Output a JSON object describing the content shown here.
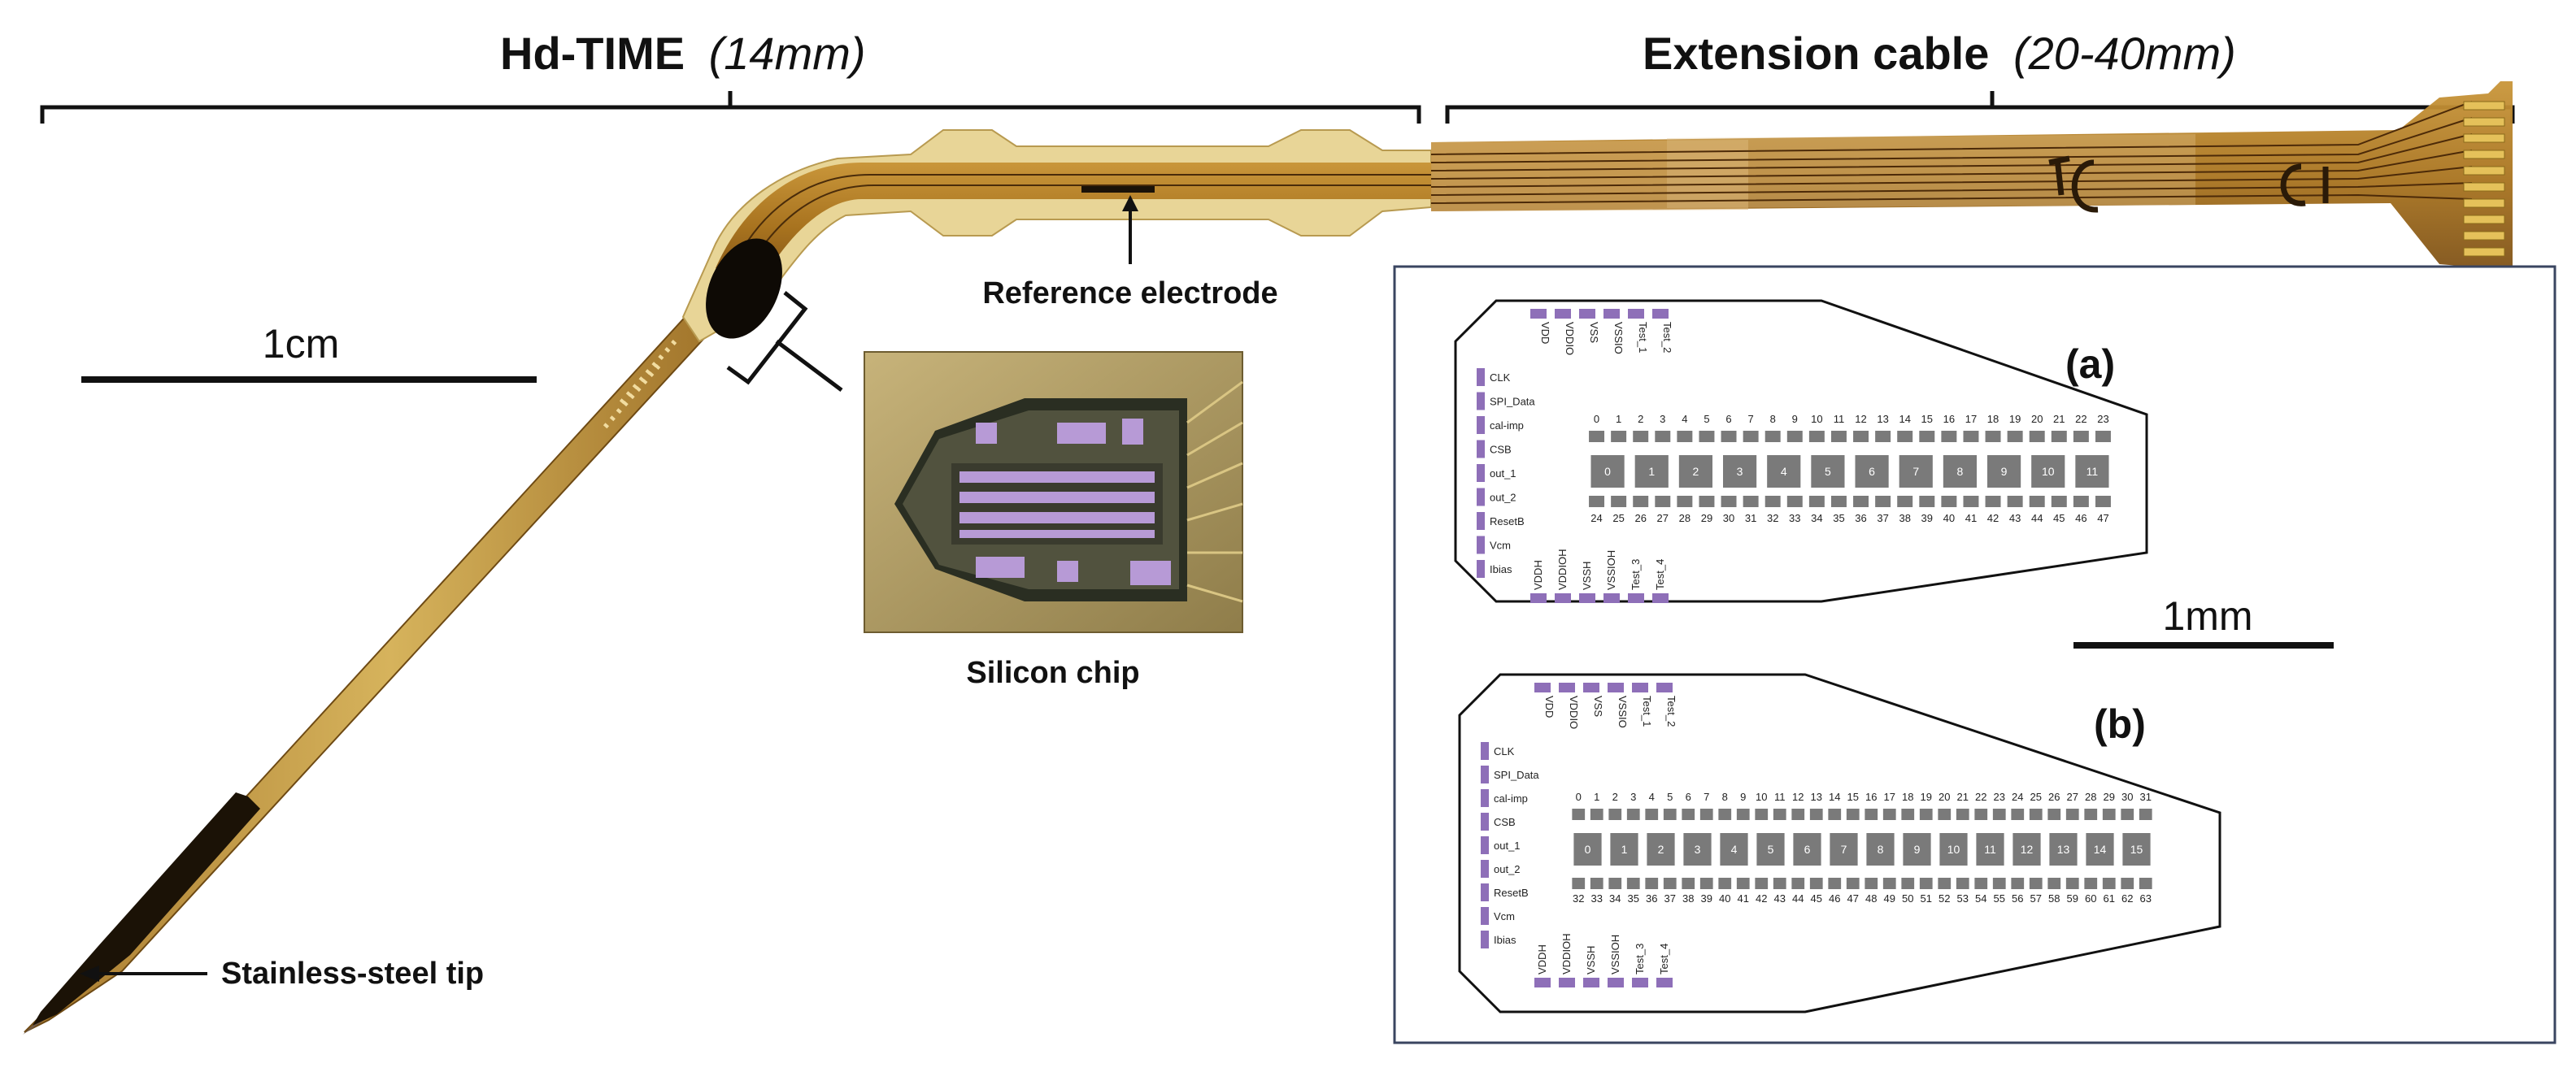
{
  "titles": {
    "left_main": "Hd-TIME",
    "left_paren": "(14mm)",
    "right_main": "Extension cable",
    "right_paren": "(20-40mm)"
  },
  "labels": {
    "reference_electrode": "Reference electrode",
    "silicon_chip": "Silicon chip",
    "stainless_tip": "Stainless-steel tip"
  },
  "scale_bars": {
    "left": "1cm",
    "right": "1mm"
  },
  "panels": [
    {
      "letter": "(a)",
      "top_pins": [
        "VDD",
        "VDDIO",
        "VSS",
        "VSSIO",
        "Test_1",
        "Test_2"
      ],
      "left_pins": [
        "CLK",
        "SPI_Data",
        "cal-imp",
        "CSB",
        "out_1",
        "out_2",
        "ResetB",
        "Vcm",
        "Ibias"
      ],
      "bottom_pins": [
        "VDDH",
        "VDDIOH",
        "VSSH",
        "VSSIOH",
        "Test_3",
        "Test_4"
      ],
      "top_numbers": [
        "0",
        "1",
        "2",
        "3",
        "4",
        "5",
        "6",
        "7",
        "8",
        "9",
        "10",
        "11",
        "12",
        "13",
        "14",
        "15",
        "16",
        "17",
        "18",
        "19",
        "20",
        "21",
        "22",
        "23"
      ],
      "center_numbers": [
        "0",
        "1",
        "2",
        "3",
        "4",
        "5",
        "6",
        "7",
        "8",
        "9",
        "10",
        "11"
      ],
      "bottom_numbers": [
        "24",
        "25",
        "26",
        "27",
        "28",
        "29",
        "30",
        "31",
        "32",
        "33",
        "34",
        "35",
        "36",
        "37",
        "38",
        "39",
        "40",
        "41",
        "42",
        "43",
        "44",
        "45",
        "46",
        "47"
      ]
    },
    {
      "letter": "(b)",
      "top_pins": [
        "VDD",
        "VDDIO",
        "VSS",
        "VSSIO",
        "Test_1",
        "Test_2"
      ],
      "left_pins": [
        "CLK",
        "SPI_Data",
        "cal-imp",
        "CSB",
        "out_1",
        "out_2",
        "ResetB",
        "Vcm",
        "Ibias"
      ],
      "bottom_pins": [
        "VDDH",
        "VDDIOH",
        "VSSH",
        "VSSIOH",
        "Test_3",
        "Test_4"
      ],
      "top_numbers": [
        "0",
        "1",
        "2",
        "3",
        "4",
        "5",
        "6",
        "7",
        "8",
        "9",
        "10",
        "11",
        "12",
        "13",
        "14",
        "15",
        "16",
        "17",
        "18",
        "19",
        "20",
        "21",
        "22",
        "23",
        "24",
        "25",
        "26",
        "27",
        "28",
        "29",
        "30",
        "31"
      ],
      "center_numbers": [
        "0",
        "1",
        "2",
        "3",
        "4",
        "5",
        "6",
        "7",
        "8",
        "9",
        "10",
        "11",
        "12",
        "13",
        "14",
        "15"
      ],
      "bottom_numbers": [
        "32",
        "33",
        "34",
        "35",
        "36",
        "37",
        "38",
        "39",
        "40",
        "41",
        "42",
        "43",
        "44",
        "45",
        "46",
        "47",
        "48",
        "49",
        "50",
        "51",
        "52",
        "53",
        "54",
        "55",
        "56",
        "57",
        "58",
        "59",
        "60",
        "61",
        "62",
        "63"
      ]
    }
  ],
  "colors": {
    "pad_purple": "#8e6fb8",
    "electrode_gray": "#7a7a7a",
    "flex_amber": "#b8862a",
    "flex_dark": "#6b4412",
    "gold": "#d9b45a"
  }
}
